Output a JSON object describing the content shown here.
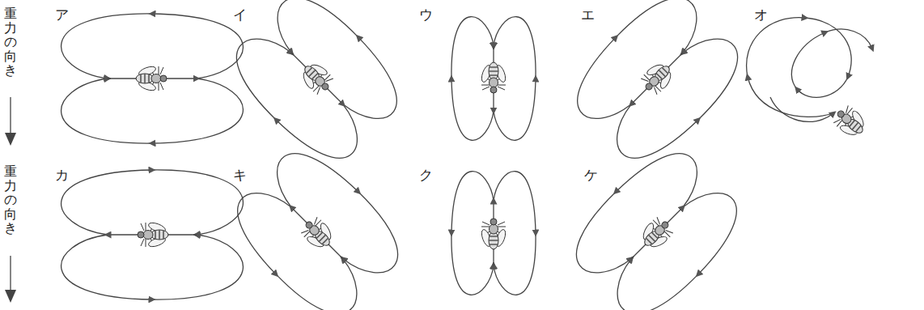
{
  "diagram": {
    "labels": [
      "重力の向き",
      "ア",
      "イ",
      "ウ",
      "エ",
      "オ",
      "重力の向き",
      "カ",
      "キ",
      "ク",
      "ケ"
    ]
  }
}
